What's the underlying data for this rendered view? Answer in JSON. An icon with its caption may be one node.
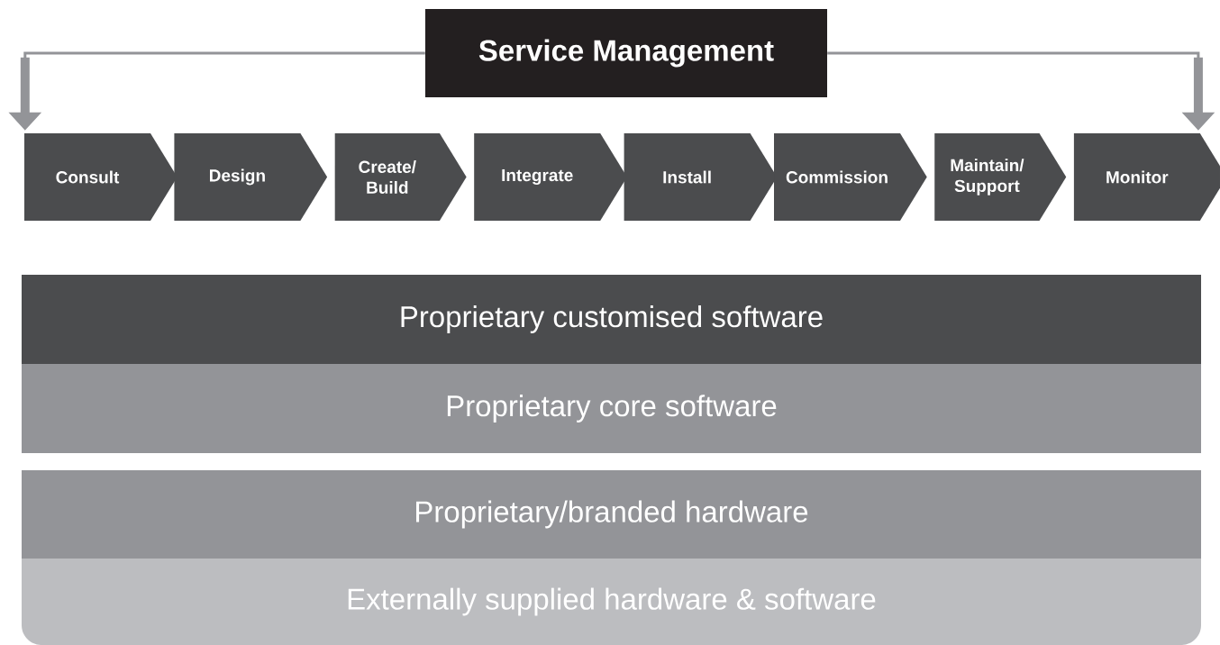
{
  "diagram": {
    "nodes": [
      {
        "text": [
          "Service Management"
        ]
      },
      {
        "text": [
          "Consult"
        ]
      },
      {
        "text": [
          "Design"
        ]
      },
      {
        "text": [
          "Create/ Build"
        ]
      },
      {
        "text": [
          "Integrate"
        ]
      },
      {
        "text": [
          "Install"
        ]
      },
      {
        "text": [
          "Commission"
        ]
      },
      {
        "text": [
          "Maintain/ Support"
        ]
      },
      {
        "text": [
          "Monitor"
        ]
      },
      {
        "text": [
          "Proprietary customised software"
        ]
      },
      {
        "text": [
          "Proprietary core software"
        ]
      },
      {
        "text": [
          "Proprietary/branded hardware"
        ]
      },
      {
        "text": [
          "Externally supplied hardware & software"
        ]
      }
    ],
    "edges": [
      {
        "from": 0,
        "to": 1,
        "arrow": "to"
      },
      {
        "from": 0,
        "to": 8,
        "arrow": "to"
      }
    ]
  }
}
